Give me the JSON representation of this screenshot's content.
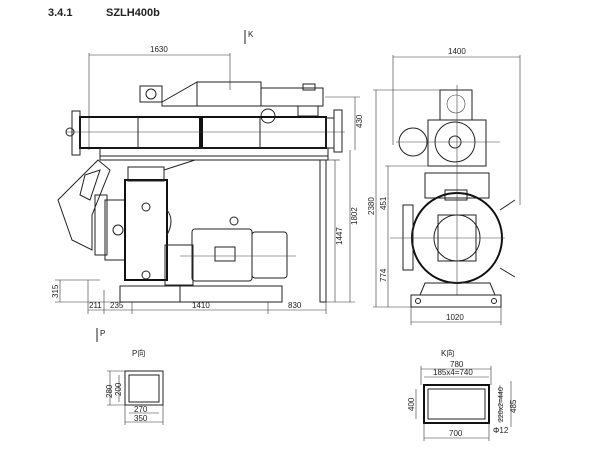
{
  "header": {
    "section": "3.4.1",
    "model": "SZLH400b"
  },
  "side_view": {
    "view_marker_k": "K",
    "dims": {
      "top_length": "1630",
      "top_height": "430",
      "col_height": "1447",
      "total_height_side": "1802",
      "base_height": "315",
      "b1": "211",
      "b2": "235",
      "b3": "1410",
      "b4": "830"
    }
  },
  "front_view": {
    "dims": {
      "width": "1400",
      "height": "2380",
      "upper": "451",
      "lower": "774",
      "base_width": "1020"
    }
  },
  "p_view": {
    "marker": "P",
    "label": "P向",
    "dims": {
      "outer_h": "280",
      "inner_h": "200",
      "inner_w": "270",
      "outer_w": "350"
    }
  },
  "k_view": {
    "label": "K向",
    "dims": {
      "top_outer": "780",
      "bolt_spacing_x": "185x4=740",
      "height": "400",
      "bolt_spacing_y": "220x2=440",
      "outer_h": "485",
      "hole": "Φ12",
      "bottom": "700"
    }
  }
}
